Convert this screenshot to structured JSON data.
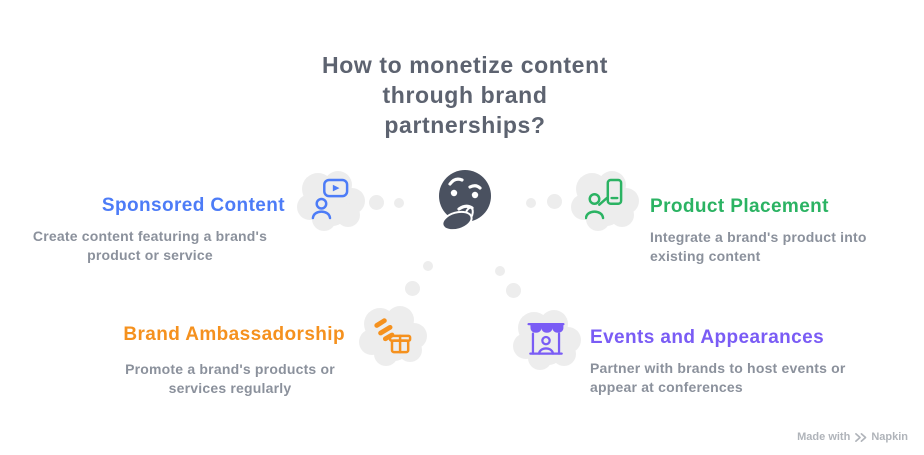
{
  "title": {
    "line1": "How to monetize content",
    "line2": "through brand",
    "line3": "partnerships?"
  },
  "center": {
    "icon": "thinking-face"
  },
  "items": [
    {
      "label": "Sponsored Content",
      "description": "Create content featuring a brand's product or service",
      "color": "#4d7cf7",
      "icon": "video-creator"
    },
    {
      "label": "Product Placement",
      "description": "Integrate a brand's product into existing content",
      "color": "#2bb363",
      "icon": "product-display"
    },
    {
      "label": "Brand Ambassadorship",
      "description": "Promote a brand's products or services regularly",
      "color": "#f5911e",
      "icon": "brand-stripes-gift"
    },
    {
      "label": "Events and Appearances",
      "description": "Partner with brands to host events or appear at conferences",
      "color": "#7a5cf5",
      "icon": "event-booth"
    }
  ],
  "footer": {
    "made_with": "Made with",
    "brand": "Napkin"
  },
  "colors": {
    "background": "#ffffff",
    "title": "#5d6370",
    "description": "#8b919c",
    "cloud": "#ededed",
    "face": "#4a5160",
    "watermark": "#b0b4ba"
  }
}
